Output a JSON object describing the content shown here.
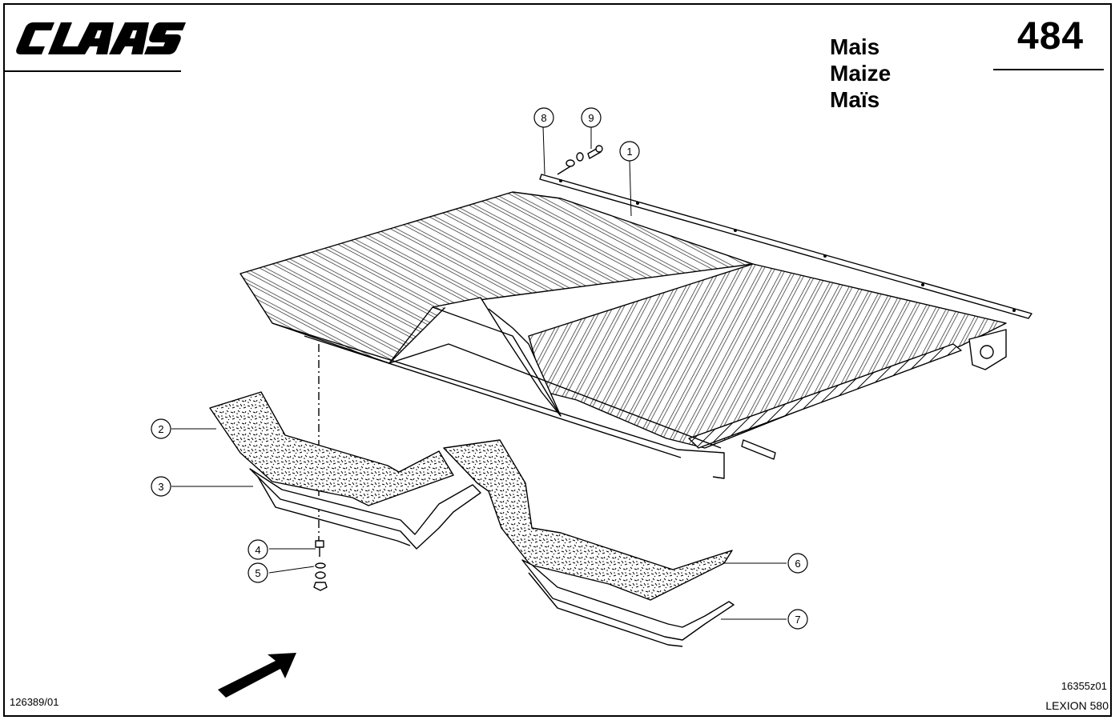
{
  "header": {
    "brand": "CLAAS",
    "page_number": "484",
    "titles": [
      "Mais",
      "Maize",
      "Maïs"
    ]
  },
  "callouts": [
    "1",
    "2",
    "3",
    "4",
    "5",
    "6",
    "7",
    "8",
    "9"
  ],
  "footer": {
    "document_number": "126389/01",
    "drawing_code": "16355z01",
    "model": "LEXION 580"
  },
  "icons": {
    "direction_arrow": "direction-arrow-icon"
  }
}
